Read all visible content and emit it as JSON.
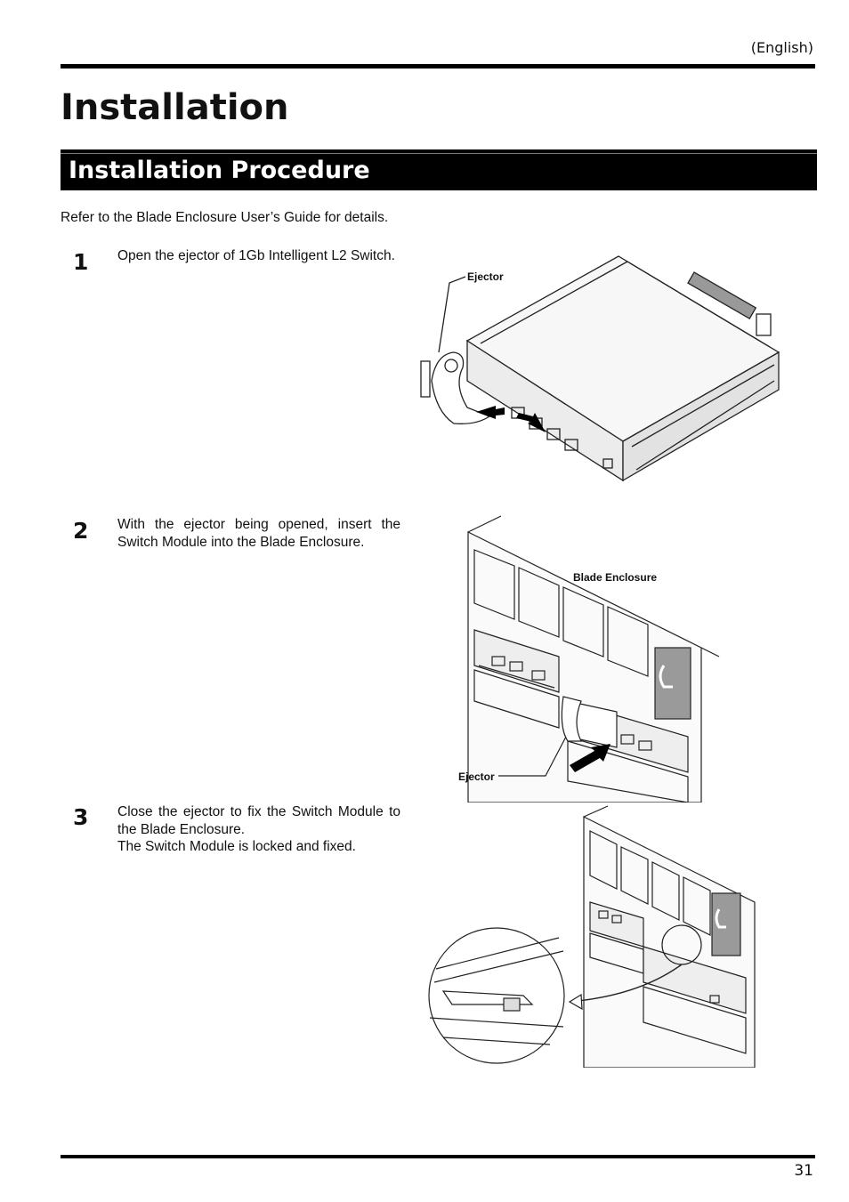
{
  "header": {
    "language": "(English)"
  },
  "title": "Installation",
  "section": {
    "title": "Installation Procedure"
  },
  "intro": "Refer to the Blade Enclosure User’s Guide for details.",
  "steps": [
    {
      "number": "1",
      "lines": [
        "Open the ejector of 1Gb Intelligent L2 Switch."
      ]
    },
    {
      "number": "2",
      "lines": [
        "With the ejector being opened, insert the Switch Module into the Blade Enclosure."
      ]
    },
    {
      "number": "3",
      "lines": [
        "Close the ejector to fix the Switch Module to the Blade Enclosure.",
        "The Switch Module is locked and fixed."
      ]
    }
  ],
  "figures": {
    "fig1": {
      "callout_ejector": "Ejector"
    },
    "fig2": {
      "callout_enclosure": "Blade Enclosure",
      "callout_ejector": "Ejector"
    }
  },
  "footer": {
    "page_number": "31"
  }
}
